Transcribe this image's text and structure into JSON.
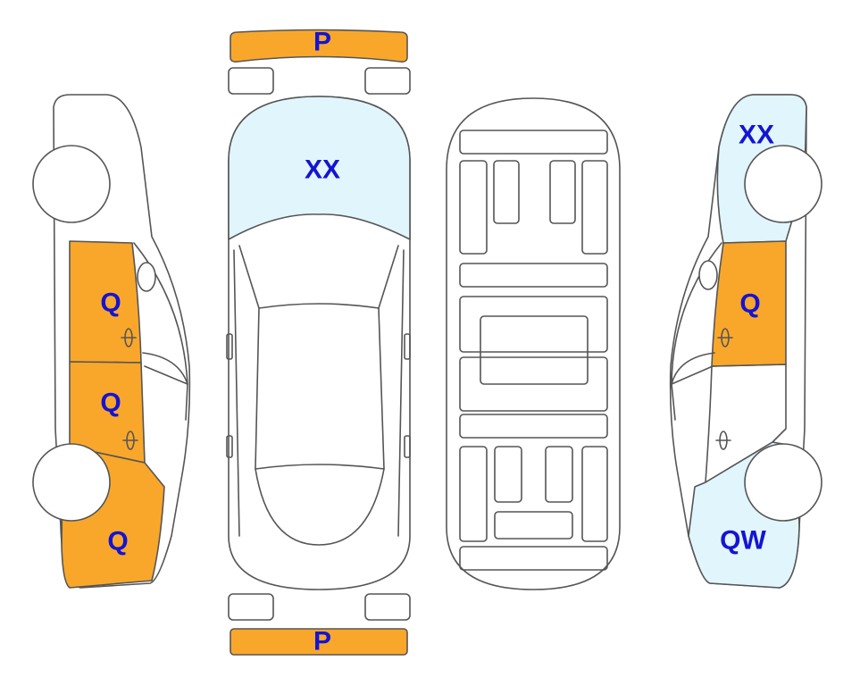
{
  "colors": {
    "damage_orange": "#F9A72B",
    "glass_blue": "#E1F5FC",
    "label_blue": "#1414D2",
    "outline": "#555555"
  },
  "views": {
    "left_side": {
      "front_door": "Q",
      "rear_door": "Q",
      "rear_quarter": "Q"
    },
    "top": {
      "front_bumper": "P",
      "windshield": "XX",
      "rear_bumper": "P"
    },
    "underbody": {},
    "right_side": {
      "front_fender": "XX",
      "front_door": "Q",
      "rear_quarter": "QW"
    }
  }
}
